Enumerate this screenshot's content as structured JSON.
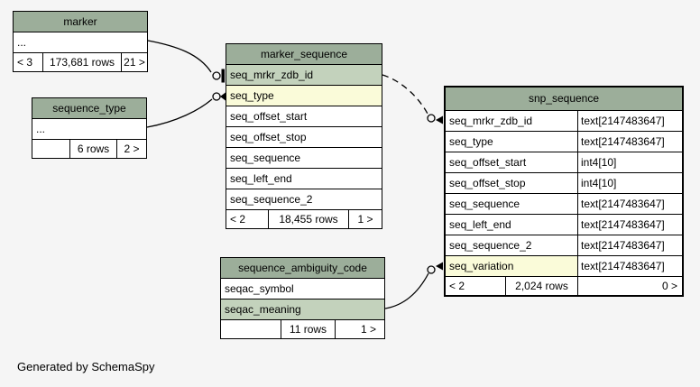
{
  "page": {
    "generated_by": "Generated by SchemaSpy"
  },
  "colors": {
    "background": "#f5f5f5",
    "table_header": "#9cae9a",
    "key_column": "#c3d2bc",
    "highlight_column": "#fafbd9",
    "row": "#ffffff",
    "border": "#000000"
  },
  "tables": {
    "marker": {
      "title": "marker",
      "rows": [
        {
          "name": "..."
        }
      ],
      "footer": {
        "left": "< 3",
        "center": "173,681 rows",
        "right": "21 >"
      }
    },
    "sequence_type": {
      "title": "sequence_type",
      "rows": [
        {
          "name": "..."
        }
      ],
      "footer": {
        "left": "",
        "center": "6 rows",
        "right": "2 >"
      }
    },
    "marker_sequence": {
      "title": "marker_sequence",
      "rows": [
        {
          "name": "seq_mrkr_zdb_id"
        },
        {
          "name": "seq_type"
        },
        {
          "name": "seq_offset_start"
        },
        {
          "name": "seq_offset_stop"
        },
        {
          "name": "seq_sequence"
        },
        {
          "name": "seq_left_end"
        },
        {
          "name": "seq_sequence_2"
        }
      ],
      "footer": {
        "left": "< 2",
        "center": "18,455 rows",
        "right": "1 >"
      }
    },
    "snp_sequence": {
      "title": "snp_sequence",
      "rows": [
        {
          "name": "seq_mrkr_zdb_id",
          "type": "text[2147483647]"
        },
        {
          "name": "seq_type",
          "type": "text[2147483647]"
        },
        {
          "name": "seq_offset_start",
          "type": "int4[10]"
        },
        {
          "name": "seq_offset_stop",
          "type": "int4[10]"
        },
        {
          "name": "seq_sequence",
          "type": "text[2147483647]"
        },
        {
          "name": "seq_left_end",
          "type": "text[2147483647]"
        },
        {
          "name": "seq_sequence_2",
          "type": "text[2147483647]"
        },
        {
          "name": "seq_variation",
          "type": "text[2147483647]"
        }
      ],
      "footer": {
        "left": "< 2",
        "center": "2,024 rows",
        "right": "0 >"
      }
    },
    "sequence_ambiguity_code": {
      "title": "sequence_ambiguity_code",
      "rows": [
        {
          "name": "seqac_symbol"
        },
        {
          "name": "seqac_meaning"
        }
      ],
      "footer": {
        "left": "",
        "center": "11 rows",
        "right": "1 >"
      }
    }
  },
  "relationships": [
    {
      "from": "marker",
      "to": "marker_sequence.seq_mrkr_zdb_id",
      "style": "solid"
    },
    {
      "from": "sequence_type",
      "to": "marker_sequence.seq_type",
      "style": "solid"
    },
    {
      "from": "marker_sequence.seq_mrkr_zdb_id",
      "to": "snp_sequence.seq_mrkr_zdb_id",
      "style": "dashed"
    },
    {
      "from": "sequence_ambiguity_code.seqac_meaning",
      "to": "snp_sequence.seq_variation",
      "style": "solid"
    }
  ]
}
